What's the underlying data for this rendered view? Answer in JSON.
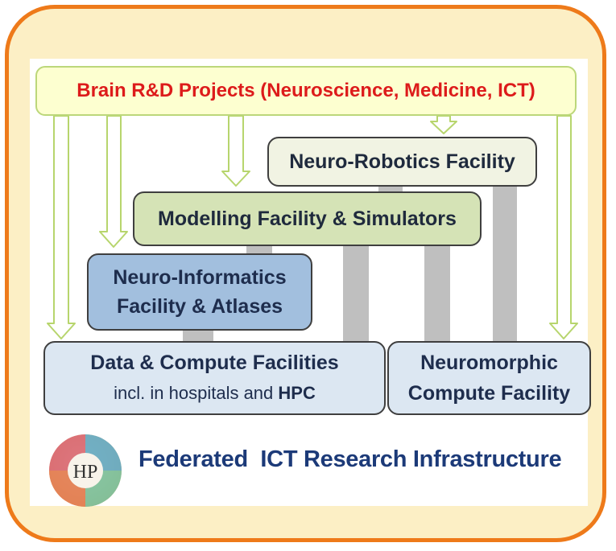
{
  "header": {
    "text": "Brain R&D Projects (Neuroscience, Medicine, ICT)"
  },
  "facilities": {
    "neuro_robotics": "Neuro-Robotics Facility",
    "modelling": "Modelling Facility & Simulators",
    "neuro_informatics": {
      "line1": "Neuro-Informatics",
      "line2": "Facility & Atlases"
    },
    "data_compute": {
      "line1": "Data & Compute Facilities",
      "line2_prefix": "incl. in hospitals and ",
      "line2_bold": "HPC"
    },
    "neuromorphic": {
      "line1": "Neuromorphic",
      "line2": "Compute Facility"
    }
  },
  "logo": {
    "text": "HP",
    "icon": "hbp-brain-logo-icon"
  },
  "footer": {
    "text": "Federated  ICT Research Infrastructure"
  },
  "colors": {
    "frame_border": "#ee7a1a",
    "frame_fill": "#fcefc5",
    "header_text": "#dd1b1b",
    "arrow": "#b7d56d",
    "connector": "#bfbfbf",
    "footer_text": "#1c3a78"
  }
}
